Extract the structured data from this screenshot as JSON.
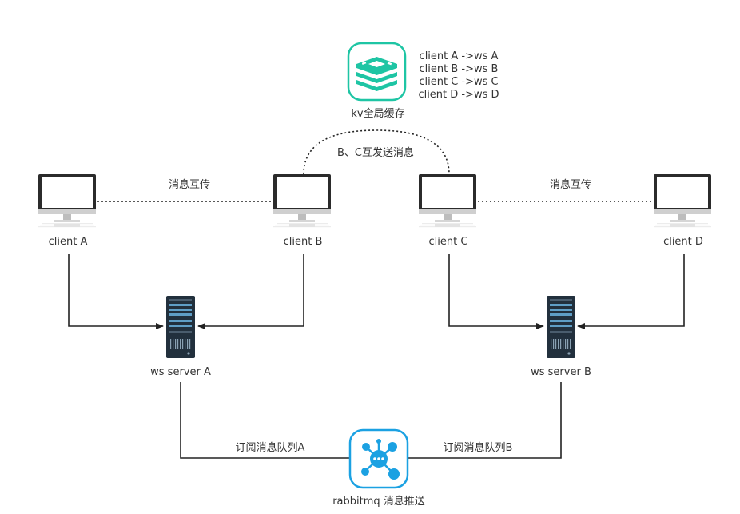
{
  "kv_cache": {
    "label": "kv全局缓存",
    "mappings": [
      "client A ->ws A",
      "client B ->ws B",
      "client C ->ws C",
      "client D ->ws D"
    ]
  },
  "clients": {
    "a": "client A",
    "b": "client B",
    "c": "client C",
    "d": "client D"
  },
  "links": {
    "ab": "消息互传",
    "bc": "B、C互发送消息",
    "cd": "消息互传"
  },
  "servers": {
    "a": "ws server A",
    "b": "ws server B"
  },
  "queues": {
    "a": "订阅消息队列A",
    "b": "订阅消息队列B"
  },
  "rabbitmq": {
    "label": "rabbitmq 消息推送"
  },
  "colors": {
    "accent": "#1ec5a4",
    "rabbit": "#1ba1e2",
    "server": "#22303d",
    "line": "#222222"
  }
}
